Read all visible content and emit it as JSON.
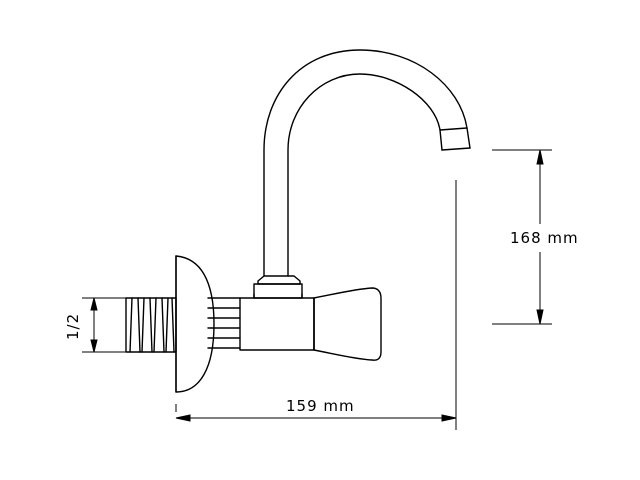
{
  "dimensions": {
    "width": "159 mm",
    "height": "168 mm",
    "thread": "1/2"
  },
  "colors": {
    "stroke": "#000000",
    "background": "#ffffff"
  }
}
